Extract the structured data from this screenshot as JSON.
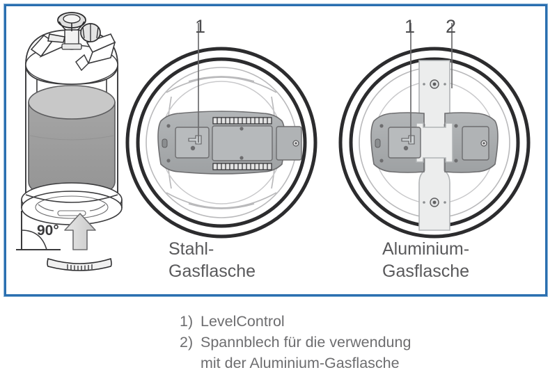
{
  "diagram": {
    "frame_border_color": "#2a6fb0",
    "background_color": "#ffffff",
    "ink_color": "#3a3a3c",
    "device_fill": "#a9acae",
    "device_panel_fill": "#b6b9bb",
    "bracket_fill": "#e9eaec",
    "gas_fill": "#9a9a9a",
    "gas_top_fill": "#c8c8c8"
  },
  "callouts": {
    "steel_one": "1",
    "alu_one": "1",
    "alu_two": "2"
  },
  "captions": {
    "steel_line1": "Stahl-",
    "steel_line2": "Gasflasche",
    "alu_line1": "Aluminium-",
    "alu_line2": "Gasflasche"
  },
  "angle": {
    "value": "90°"
  },
  "legend": {
    "items": [
      {
        "num": "1)",
        "text": "LevelControl",
        "cont": ""
      },
      {
        "num": "2)",
        "text": "Spannblech für die verwendung",
        "cont": "mit der Aluminium-Gasflasche"
      }
    ],
    "item1_num": "1)",
    "item1_text": "LevelControl",
    "item2_num": "2)",
    "item2_text": "Spannblech für die verwendung",
    "item2_cont": "mit der Aluminium-Gasflasche"
  },
  "parts": {
    "gas_bottle": "gas-bottle-with-valve",
    "steel_wheel": "steel-bottle-base-view",
    "alu_wheel": "aluminium-bottle-base-view",
    "level_control": "level-control-sensor",
    "spannblech": "tension-plate-bracket",
    "sensor_strip": "sensor-strip"
  }
}
